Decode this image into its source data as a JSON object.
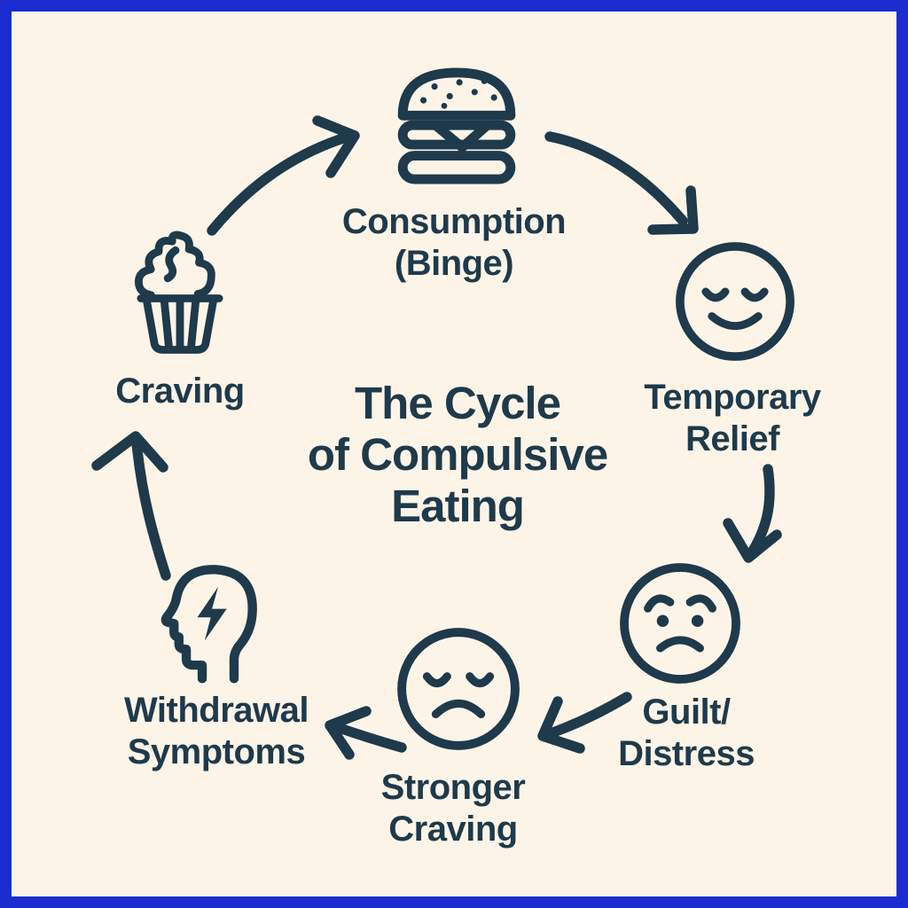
{
  "palette": {
    "background": "#fdf4e8",
    "frame_border": "#1b2cd0",
    "ink": "#1e3a4b"
  },
  "title": "The Cycle\nof Compulsive\nEating",
  "nodes": [
    {
      "id": "consumption",
      "label": "Consumption\n(Binge)",
      "icon": "hamburger-icon"
    },
    {
      "id": "temporary-relief",
      "label": "Temporary\nRelief",
      "icon": "relieved-face-icon"
    },
    {
      "id": "guilt-distress",
      "label": "Guilt/\nDistress",
      "icon": "worried-face-icon"
    },
    {
      "id": "stronger-craving",
      "label": "Stronger\nCraving",
      "icon": "displeased-face-icon"
    },
    {
      "id": "withdrawal-symptoms",
      "label": "Withdrawal\nSymptoms",
      "icon": "head-lightning-icon"
    },
    {
      "id": "craving",
      "label": "Craving",
      "icon": "cupcake-icon"
    }
  ],
  "arrows": [
    {
      "from": "craving",
      "to": "consumption"
    },
    {
      "from": "consumption",
      "to": "temporary-relief"
    },
    {
      "from": "temporary-relief",
      "to": "guilt-distress"
    },
    {
      "from": "guilt-distress",
      "to": "stronger-craving"
    },
    {
      "from": "stronger-craving",
      "to": "withdrawal-symptoms"
    },
    {
      "from": "withdrawal-symptoms",
      "to": "craving"
    }
  ]
}
